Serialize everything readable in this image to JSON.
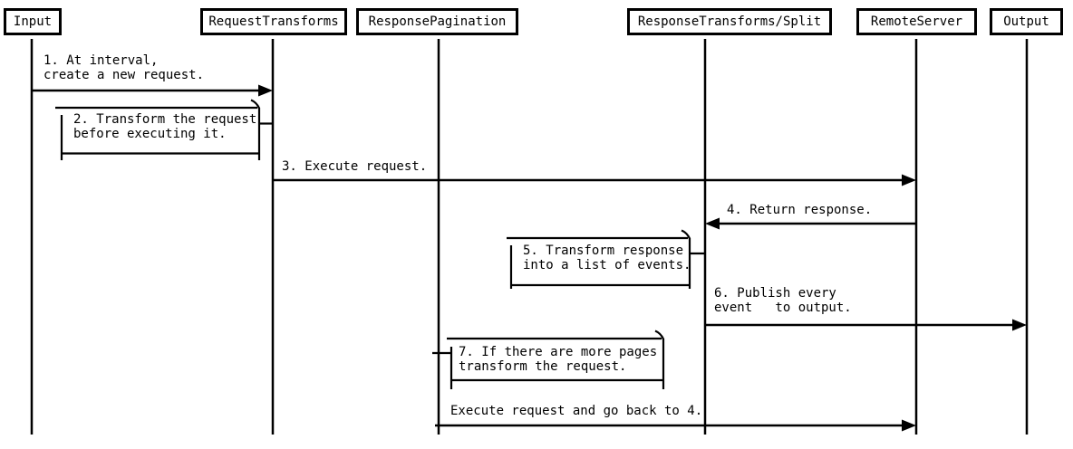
{
  "colors": {
    "ink": "#000000",
    "background": "#ffffff"
  },
  "participants": [
    {
      "label": "Input"
    },
    {
      "label": "RequestTransforms"
    },
    {
      "label": "ResponsePagination"
    },
    {
      "label": "ResponseTransforms/Split"
    },
    {
      "label": "RemoteServer"
    },
    {
      "label": "Output"
    }
  ],
  "messages": [
    {
      "label": "1. At interval,\ncreate a new request.",
      "from": "Input",
      "to": "RequestTransforms",
      "kind": "arrow"
    },
    {
      "label": "2. Transform the request\nbefore executing it.",
      "from": "RequestTransforms",
      "to": "RequestTransforms",
      "kind": "self-note"
    },
    {
      "label": "3. Execute request.",
      "from": "RequestTransforms",
      "to": "RemoteServer",
      "kind": "arrow"
    },
    {
      "label": "4. Return response.",
      "from": "RemoteServer",
      "to": "ResponseTransforms/Split",
      "kind": "arrow"
    },
    {
      "label": "5. Transform response\ninto a list of events.",
      "from": "ResponseTransforms/Split",
      "to": "ResponseTransforms/Split",
      "kind": "self-note"
    },
    {
      "label": "6. Publish every\nevent   to output.",
      "from": "ResponseTransforms/Split",
      "to": "Output",
      "kind": "arrow"
    },
    {
      "label": "7. If there are more pages\ntransform the request.",
      "from": "ResponsePagination",
      "to": "ResponsePagination",
      "kind": "self-note"
    },
    {
      "label": "Execute request and go back to 4.",
      "from": "ResponsePagination",
      "to": "RemoteServer",
      "kind": "arrow"
    }
  ]
}
